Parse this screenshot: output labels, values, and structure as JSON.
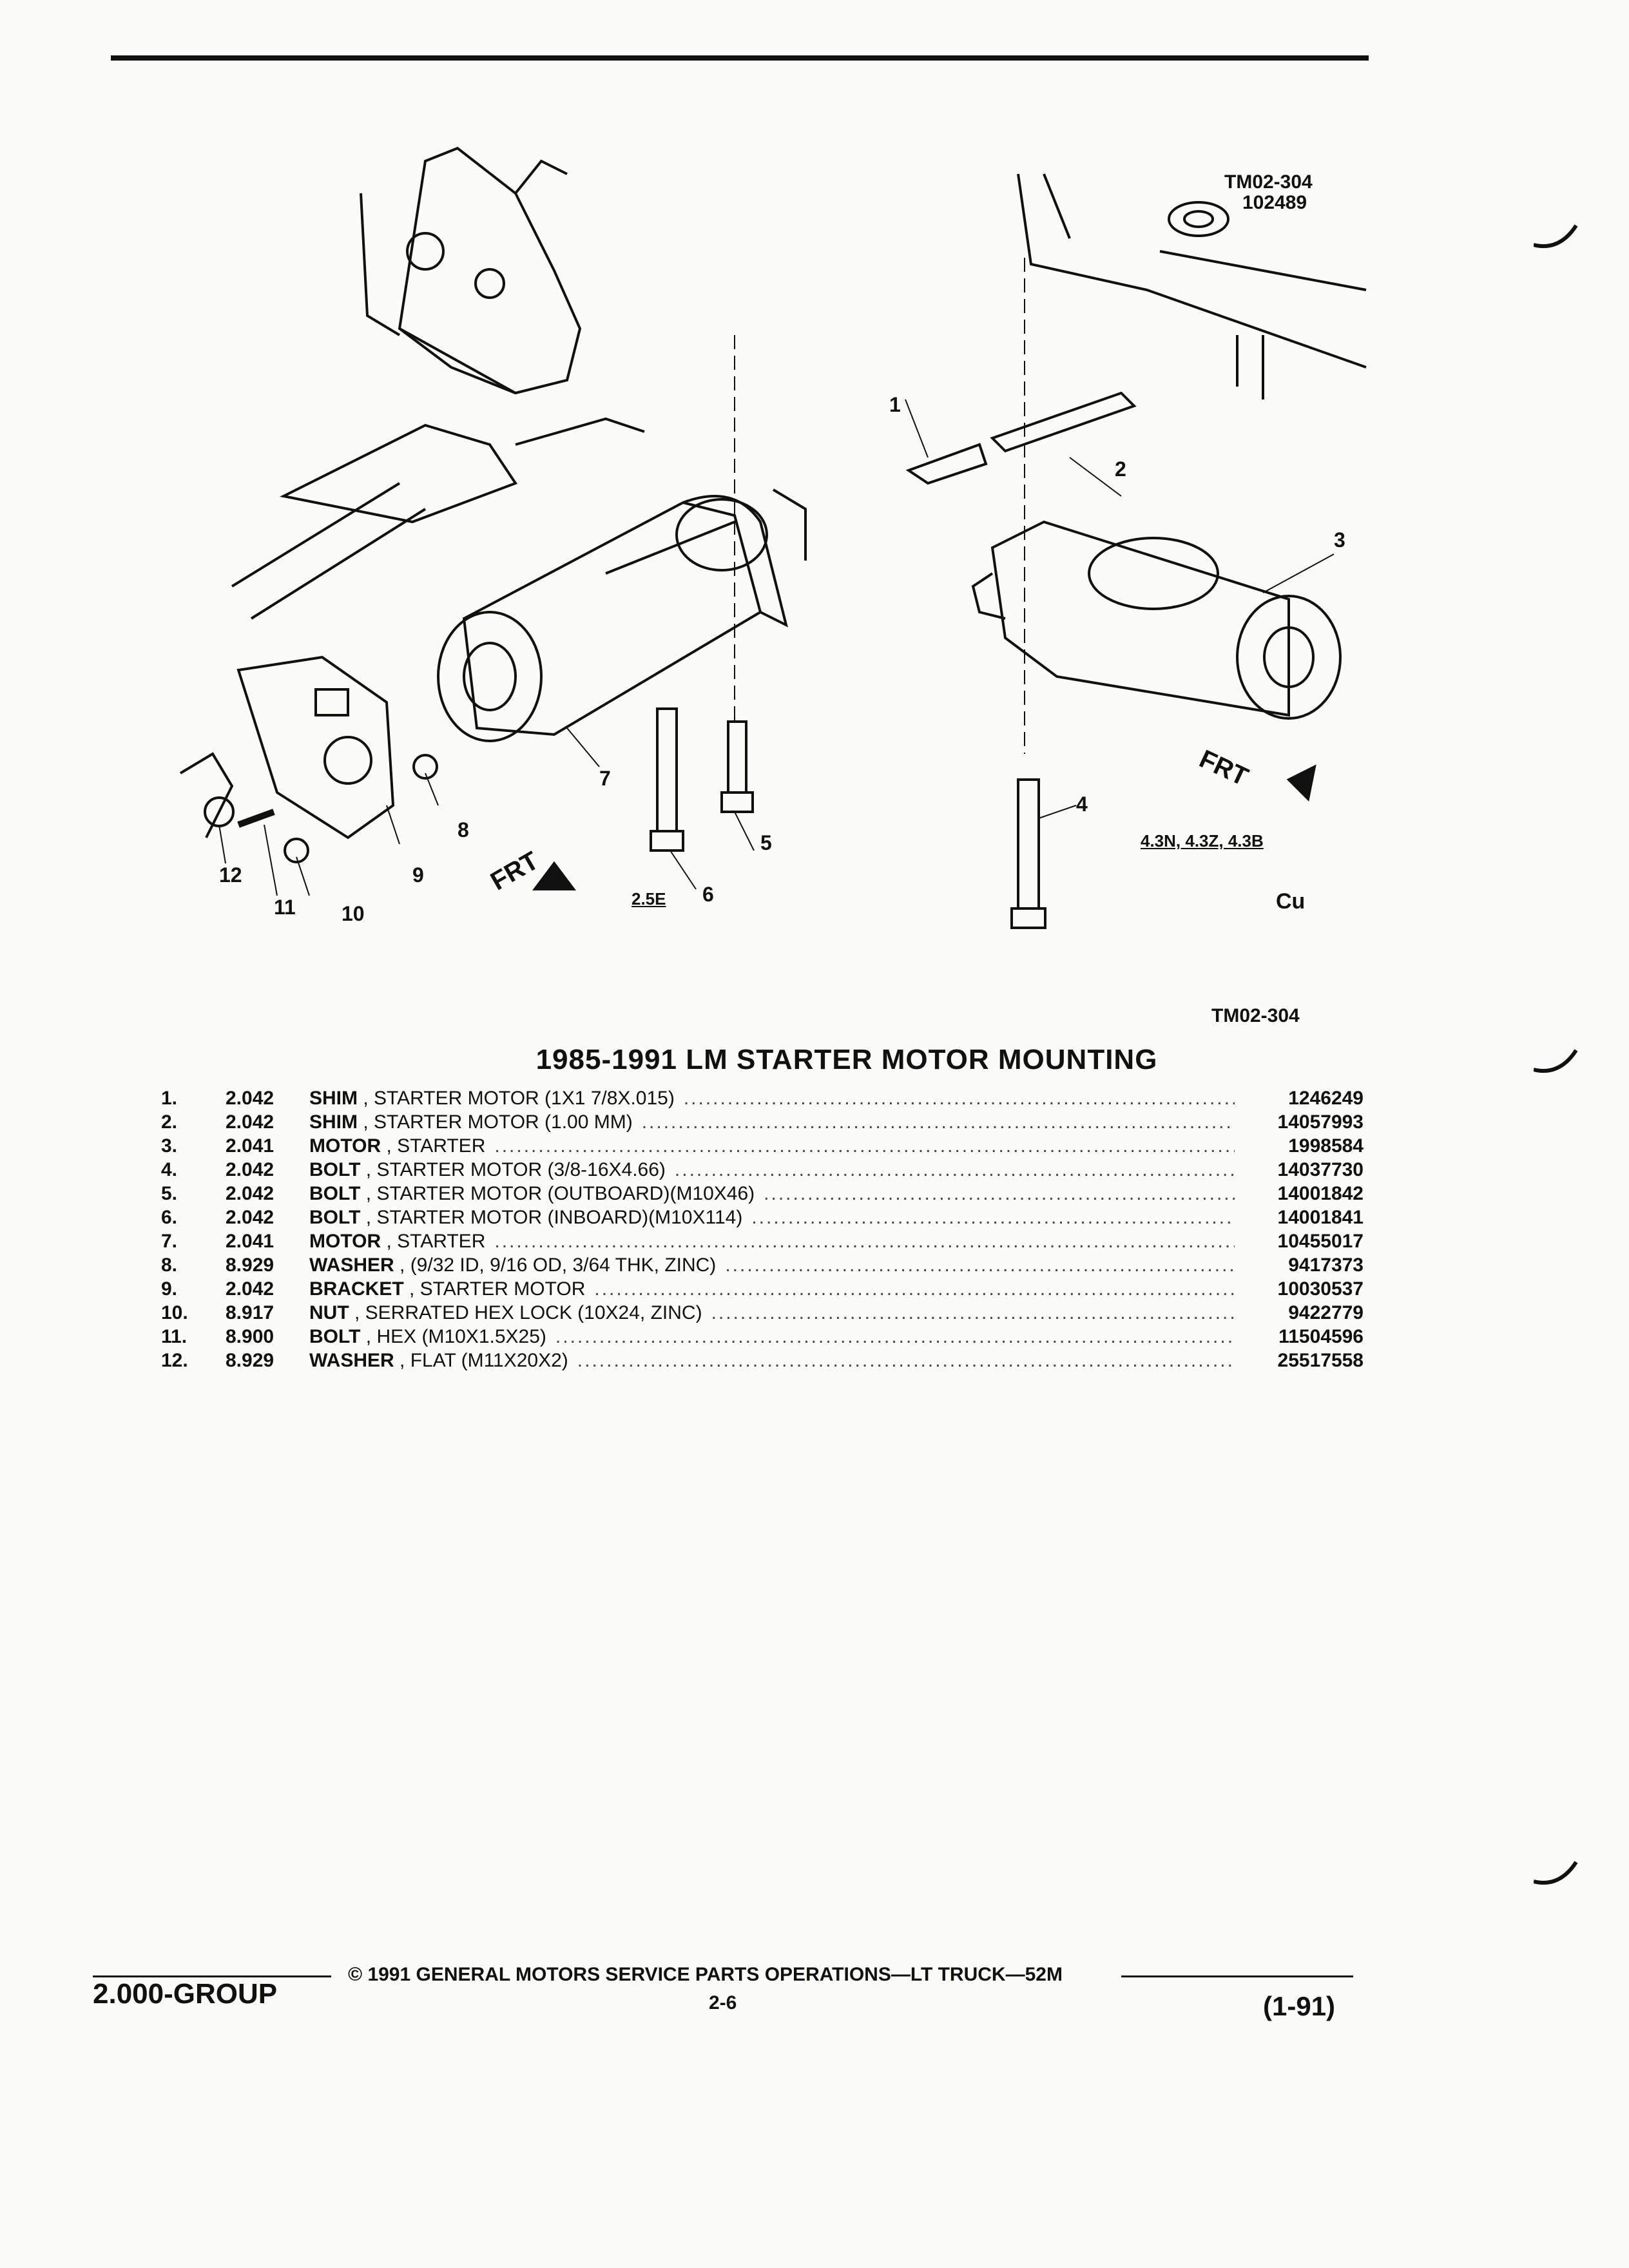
{
  "header": {
    "figure_code_top": "TM02-304",
    "figure_date_code": "102489",
    "figure_code_bottom": "TM02-304"
  },
  "diagram": {
    "callouts": [
      "1",
      "2",
      "3",
      "4",
      "5",
      "6",
      "7",
      "8",
      "9",
      "10",
      "11",
      "12"
    ],
    "front_label": "FRT",
    "engine_label_left": "2.5E",
    "engine_label_right": "4.3N, 4.3Z, 4.3B",
    "symbol": "Cu"
  },
  "title": "1985-1991 LM STARTER MOTOR MOUNTING",
  "parts": [
    {
      "num": "1.",
      "group": "2.042",
      "name": "SHIM",
      "desc": " , STARTER MOTOR (1X1 7/8X.015)",
      "part_no": "1246249"
    },
    {
      "num": "2.",
      "group": "2.042",
      "name": "SHIM",
      "desc": " , STARTER MOTOR (1.00 MM)",
      "part_no": "14057993"
    },
    {
      "num": "3.",
      "group": "2.041",
      "name": "MOTOR",
      "desc": " , STARTER",
      "part_no": "1998584"
    },
    {
      "num": "4.",
      "group": "2.042",
      "name": "BOLT",
      "desc": " , STARTER MOTOR (3/8-16X4.66)",
      "part_no": "14037730"
    },
    {
      "num": "5.",
      "group": "2.042",
      "name": "BOLT",
      "desc": " , STARTER MOTOR (OUTBOARD)(M10X46)",
      "part_no": "14001842"
    },
    {
      "num": "6.",
      "group": "2.042",
      "name": "BOLT",
      "desc": " , STARTER MOTOR (INBOARD)(M10X114)",
      "part_no": "14001841"
    },
    {
      "num": "7.",
      "group": "2.041",
      "name": "MOTOR",
      "desc": " , STARTER",
      "part_no": "10455017"
    },
    {
      "num": "8.",
      "group": "8.929",
      "name": "WASHER",
      "desc": " , (9/32 ID, 9/16 OD, 3/64 THK, ZINC)",
      "part_no": "9417373"
    },
    {
      "num": "9.",
      "group": "2.042",
      "name": "BRACKET",
      "desc": " , STARTER MOTOR",
      "part_no": "10030537"
    },
    {
      "num": "10.",
      "group": "8.917",
      "name": "NUT",
      "desc": " , SERRATED HEX LOCK (10X24, ZINC)",
      "part_no": "9422779"
    },
    {
      "num": "11.",
      "group": "8.900",
      "name": "BOLT",
      "desc": " , HEX (M10X1.5X25)",
      "part_no": "11504596"
    },
    {
      "num": "12.",
      "group": "8.929",
      "name": "WASHER",
      "desc": " , FLAT (M11X20X2)",
      "part_no": "25517558"
    }
  ],
  "footer": {
    "group": "2.000-GROUP",
    "copyright": "© 1991 GENERAL MOTORS SERVICE PARTS OPERATIONS—LT TRUCK—52M",
    "page": "2-6",
    "date": "(1-91)"
  }
}
